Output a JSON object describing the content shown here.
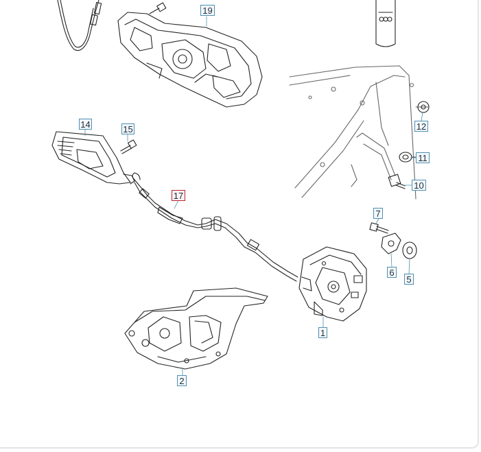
{
  "diagram": {
    "callouts": [
      "19",
      "14",
      "15",
      "17",
      "12",
      "11",
      "10",
      "7",
      "6",
      "5",
      "1",
      "2"
    ],
    "selected_callout": "17"
  },
  "colors": {
    "callout_border": "#4e8fb0",
    "selected_border": "#b9202e",
    "line_art": "#222222"
  }
}
